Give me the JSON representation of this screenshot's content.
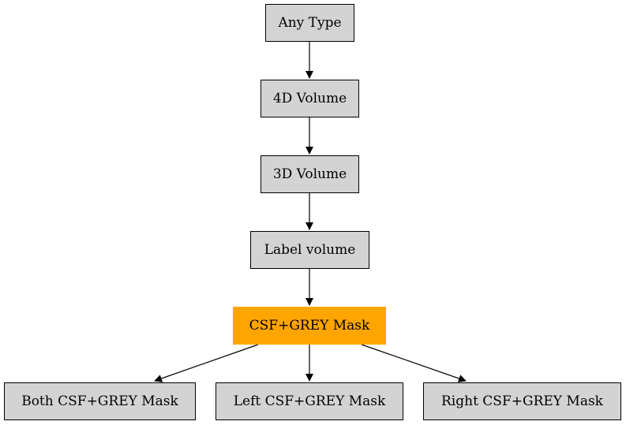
{
  "diagram": {
    "nodes": {
      "any_type": "Any Type",
      "volume_4d": "4D Volume",
      "volume_3d": "3D Volume",
      "label_volume": "Label volume",
      "csf_grey_mask": "CSF+GREY Mask",
      "both_csf_grey_mask": "Both CSF+GREY Mask",
      "left_csf_grey_mask": "Left CSF+GREY Mask",
      "right_csf_grey_mask": "Right CSF+GREY Mask"
    },
    "colors": {
      "node_fill": "#d3d3d3",
      "highlight_fill": "#ffa500",
      "edge": "#000000"
    }
  }
}
